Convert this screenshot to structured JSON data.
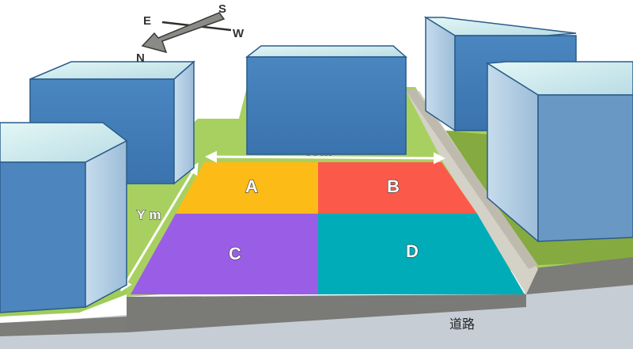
{
  "compass": {
    "north": "N",
    "south": "S",
    "east": "E",
    "west": "W"
  },
  "dimensions": {
    "x_label": "X m",
    "y_label": "Y m"
  },
  "plots": [
    {
      "id": "A",
      "label": "A",
      "color": "#FDBB17"
    },
    {
      "id": "B",
      "label": "B",
      "color": "#FB5A4B"
    },
    {
      "id": "C",
      "label": "C",
      "color": "#9A5EE6"
    },
    {
      "id": "D",
      "label": "D",
      "color": "#00ACB8"
    }
  ],
  "road": {
    "label": "道路"
  },
  "colors": {
    "grass": "#A5CF5D",
    "grass_dark": "#7FA33A",
    "building_front": "#3F7CB8",
    "building_side": "#A9C8E0",
    "building_roof": "#D4F0F0",
    "road": "#C3CAD2",
    "wall": "#7C7C78"
  }
}
